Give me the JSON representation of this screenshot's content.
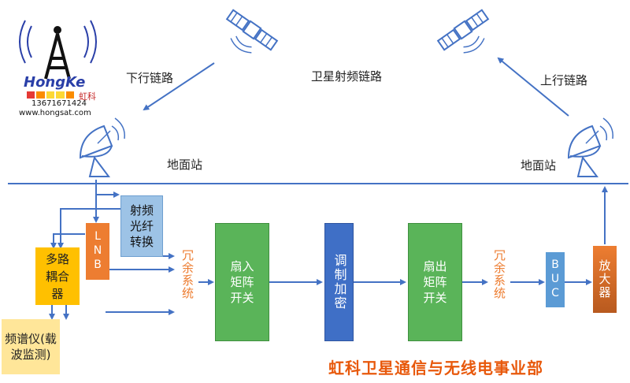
{
  "logo": {
    "brand": "HongKe",
    "phone": "13671671424",
    "cn_name": "虹科",
    "website": "www.hongsat.com"
  },
  "labels": {
    "downlink": "下行链路",
    "uplink": "上行链路",
    "rf_link": "卫星射频链路",
    "ground_left": "地面站",
    "ground_right": "地面站",
    "footer": "虹科卫星通信与无线电事业部"
  },
  "blocks": {
    "lnb": "LNB",
    "rf_fiber": "射频光纤转换",
    "multi_coupler": "多路耦合器",
    "spectrum": "频谱仪(载波监测)",
    "redundant_left": "冗余系统",
    "fan_in": "扇入矩阵开关",
    "modem": "调制加密",
    "fan_out": "扇出矩阵开关",
    "redundant_right": "冗余系统",
    "buc": "BUC",
    "amplifier": "放大器"
  },
  "colors": {
    "line": "#4472c4",
    "green": "#5ab459",
    "blue": "#3f6fc6",
    "orange": "#ed7d31",
    "lightblue": "#9dc3e6",
    "yellow": "#ffc000",
    "footer": "#e8590c"
  }
}
